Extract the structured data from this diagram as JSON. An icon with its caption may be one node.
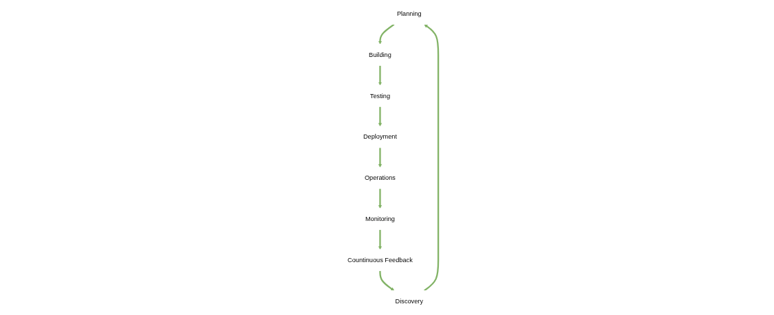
{
  "diagram": {
    "nodes": [
      {
        "text": [
          "Planning"
        ]
      },
      {
        "text": [
          "Operations"
        ]
      },
      {
        "text": [
          "Discovery"
        ]
      },
      {
        "text": [
          "Deployment"
        ]
      },
      {
        "text": [
          "Building"
        ]
      },
      {
        "text": [
          "Monitoring"
        ]
      },
      {
        "text": [
          "Testing"
        ]
      },
      {
        "text": [
          "Countinuous Feedback"
        ]
      }
    ],
    "edges": [
      {
        "from": 2,
        "to": 0,
        "arrow": "to"
      },
      {
        "from": 0,
        "to": 4,
        "arrow": "to"
      },
      {
        "from": 4,
        "to": 6,
        "arrow": "to"
      },
      {
        "from": 6,
        "to": 3,
        "arrow": "to"
      },
      {
        "from": 3,
        "to": 1,
        "arrow": "to"
      },
      {
        "from": 1,
        "to": 5,
        "arrow": "to"
      },
      {
        "from": 5,
        "to": 7,
        "arrow": "to"
      },
      {
        "from": 7,
        "to": 2,
        "arrow": "to"
      }
    ]
  }
}
